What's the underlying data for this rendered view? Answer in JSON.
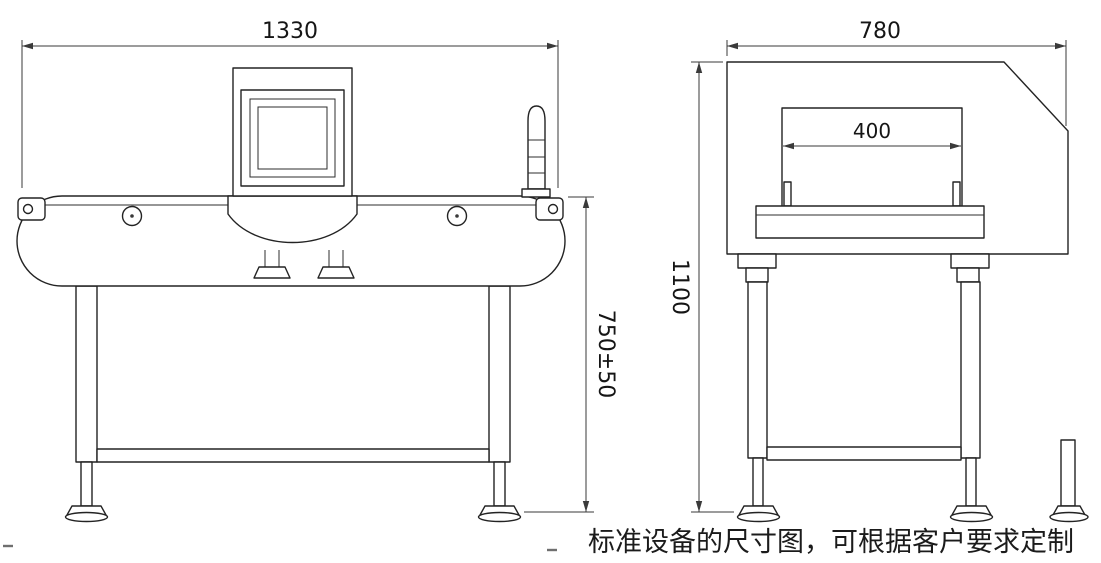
{
  "dimensions": {
    "front_width": "1330",
    "front_height": "750±50",
    "side_width": "780",
    "aperture_width": "400",
    "side_height": "1100"
  },
  "caption": "标准设备的尺寸图，可根据客户要求定制"
}
